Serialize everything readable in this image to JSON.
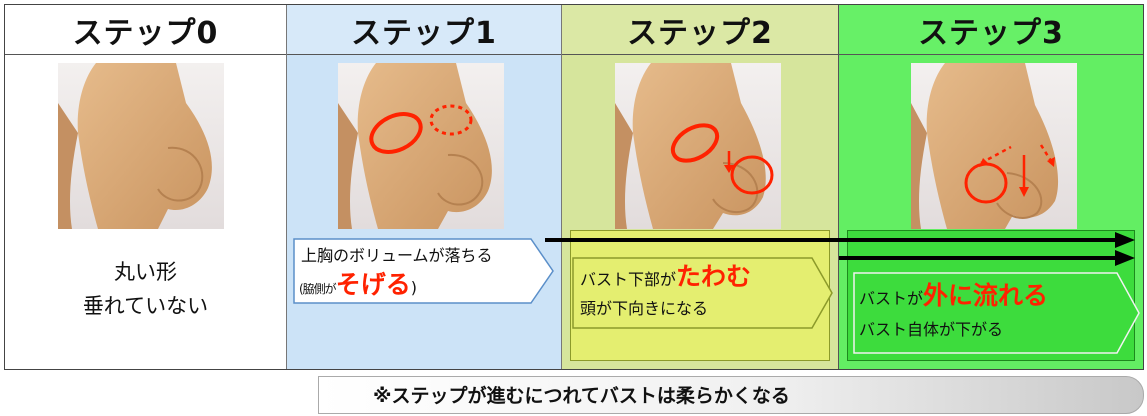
{
  "steps": [
    {
      "title": "ステップ0",
      "text_lines": [
        "丸い形",
        "垂れていない"
      ]
    },
    {
      "title": "ステップ1",
      "line1": "上胸のボリュームが落ちる",
      "line2_pre": "(脇側が",
      "line2_emph": "そげる",
      "line2_post": ")"
    },
    {
      "title": "ステップ2",
      "line1_pre": "バスト下部が",
      "line1_emph": "たわむ",
      "line2": "頭が下向きになる"
    },
    {
      "title": "ステップ3",
      "line1_pre": "バストが",
      "line1_emph": "外に流れる",
      "line2": "バスト自体が下がる"
    }
  ],
  "note": "※ステップが進むにつれてバストは柔らかくなる",
  "colors": {
    "step0_bg": "#ffffff",
    "step1_bg": "#cce3f7",
    "step2_bg": "#d6e59c",
    "step3_bg": "#63ee63",
    "emphasis_red": "#ff2200",
    "skin": "#d9a877"
  },
  "icons": [
    "torso-figure-step0",
    "torso-figure-step1",
    "torso-figure-step2",
    "torso-figure-step3",
    "timeline-arrow"
  ]
}
